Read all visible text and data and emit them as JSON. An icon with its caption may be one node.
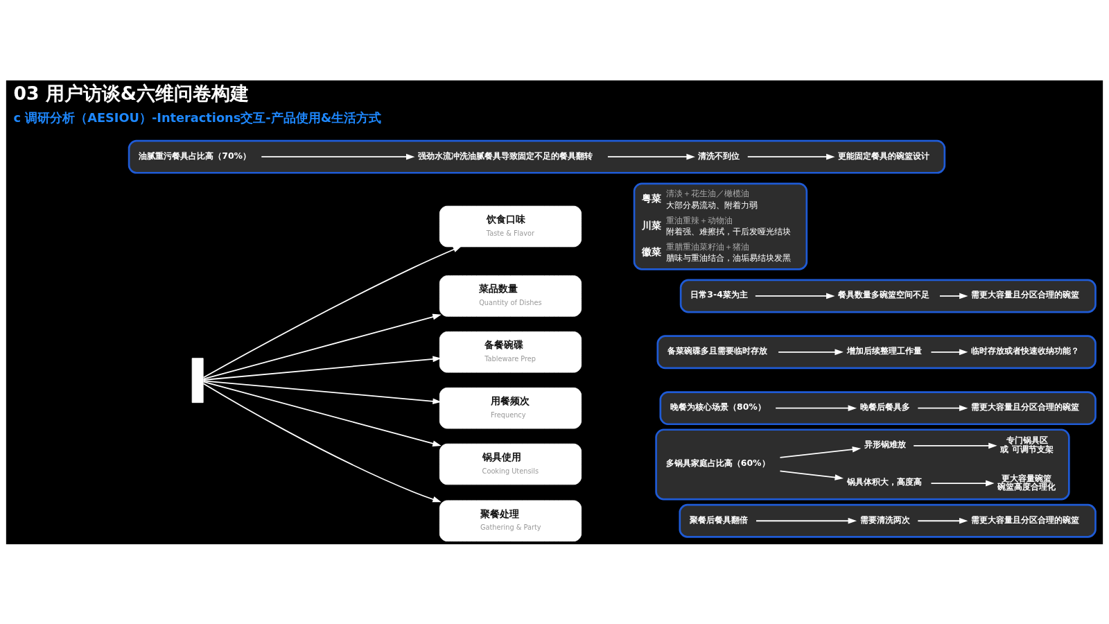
{
  "diagram": {
    "title": "03 用户访谈&六维问卷构建",
    "nodes": [
      {
        "text": [],
        "shape": "bar"
      },
      {
        "text": [
          "饮食口味",
          "Taste & Flavor"
        ]
      },
      {
        "text": [
          "粤菜",
          "清淡＋花生油／橄榄油",
          "大部分易流动、附着力弱",
          "川菜",
          "重油重辣＋动物油",
          "附着强、难擦拭，干后发哑光结块",
          "徽菜",
          "重腊重油菜籽油＋猪油",
          "腊味与重油结合，油垢易结块发黑"
        ]
      },
      {
        "text": [],
        "shape": "box"
      },
      {
        "text": [
          "油腻重污餐具占比高（70%）"
        ],
        "in": 3
      },
      {
        "text": [
          "强劲水流冲洗油腻餐具导致固定不足的餐具翻转"
        ],
        "in": 3
      },
      {
        "text": [
          "清洗不到位"
        ],
        "in": 3
      },
      {
        "text": [
          "更能固定餐具的碗篮设计"
        ],
        "in": 3
      },
      {
        "text": [
          "菜品数量",
          "Quantity of Dishes"
        ]
      },
      {
        "text": [],
        "shape": "box"
      },
      {
        "text": [
          "日常3-4菜为主"
        ],
        "in": 9
      },
      {
        "text": [
          "餐具数量多碗篮空间不足"
        ],
        "in": 9
      },
      {
        "text": [
          "需更大容量且分区合理的碗篮"
        ],
        "in": 9
      },
      {
        "text": [
          "备餐碗碟",
          "Tableware Prep"
        ]
      },
      {
        "text": [],
        "shape": "box"
      },
      {
        "text": [
          "备菜碗碟多且需要临时存放"
        ],
        "in": 14
      },
      {
        "text": [
          "增加后续整理工作量"
        ],
        "in": 14
      },
      {
        "text": [
          "临时存放或者快速收纳功能？"
        ],
        "in": 14
      },
      {
        "text": [
          "用餐频次",
          "Frequency"
        ]
      },
      {
        "text": [],
        "shape": "box"
      },
      {
        "text": [
          "晚餐为核心场景（80%）"
        ],
        "in": 19
      },
      {
        "text": [
          "晚餐后餐具多"
        ],
        "in": 19
      },
      {
        "text": [
          "需更大容量且分区合理的碗篮"
        ],
        "in": 19
      },
      {
        "text": [
          "锅具使用",
          "Cooking Utensils"
        ]
      },
      {
        "text": [],
        "shape": "box"
      },
      {
        "text": [
          "多锅具家庭占比高（60%）"
        ],
        "in": 24
      },
      {
        "text": [
          "锅具体积大，高度高"
        ],
        "in": 24
      },
      {
        "text": [
          "异形锅难放"
        ],
        "in": 24
      },
      {
        "text": [
          "更大容量碗篮",
          "碗篮高度合理化"
        ],
        "in": 24
      },
      {
        "text": [
          "专门锅具区",
          "或 可调节支架"
        ],
        "in": 24
      },
      {
        "text": [
          "聚餐处理",
          "Gathering & Party"
        ]
      },
      {
        "text": [],
        "shape": "box"
      },
      {
        "text": [
          "聚餐后餐具翻倍"
        ],
        "in": 31
      },
      {
        "text": [
          "需要清洗两次"
        ],
        "in": 31
      },
      {
        "text": [
          "需更大容量且分区合理的碗篮"
        ],
        "in": 31
      }
    ],
    "edges": [
      {
        "from": 0,
        "to": 1,
        "arrow": "to"
      },
      {
        "from": 0,
        "to": 8,
        "arrow": "to"
      },
      {
        "from": 0,
        "to": 13,
        "arrow": "to"
      },
      {
        "from": 0,
        "to": 18,
        "arrow": "to"
      },
      {
        "from": 0,
        "to": 23,
        "arrow": "to"
      },
      {
        "from": 0,
        "to": 30,
        "arrow": "to"
      },
      {
        "from": 4,
        "to": 5,
        "arrow": "to"
      },
      {
        "from": 5,
        "to": 6,
        "arrow": "to"
      },
      {
        "from": 6,
        "to": 7,
        "arrow": "to"
      },
      {
        "from": 10,
        "to": 11,
        "arrow": "to"
      },
      {
        "from": 11,
        "to": 12,
        "arrow": "to"
      },
      {
        "from": 15,
        "to": 16,
        "arrow": "to"
      },
      {
        "from": 16,
        "to": 17,
        "arrow": "to"
      },
      {
        "from": 20,
        "to": 21,
        "arrow": "to"
      },
      {
        "from": 21,
        "to": 22,
        "arrow": "to"
      },
      {
        "from": 25,
        "to": 26,
        "arrow": "to"
      },
      {
        "from": 25,
        "to": 27,
        "arrow": "to"
      },
      {
        "from": 26,
        "to": 28,
        "arrow": "to"
      },
      {
        "from": 27,
        "to": 29,
        "arrow": "to"
      },
      {
        "from": 32,
        "to": 33,
        "arrow": "to"
      },
      {
        "from": 33,
        "to": 34,
        "arrow": "to"
      }
    ],
    "labels": [
      "c 调研分析（AESIOU）-Interactions交互-产品使用&生活方式"
    ]
  }
}
